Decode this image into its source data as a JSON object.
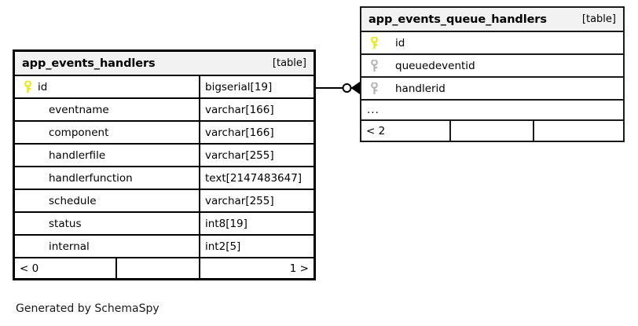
{
  "diagram": {
    "caption": "Generated by SchemaSpy",
    "background_color": "#ffffff",
    "pk_key_color": "#e8e800",
    "fk_key_color": "#b3b3b3",
    "header_bg_color": "#f2f2f2",
    "border_color": "#000000"
  },
  "tables": [
    {
      "id": "app_events_handlers",
      "name": "app_events_handlers",
      "kind": "[table]",
      "focused": true,
      "columns": [
        {
          "name": "id",
          "type": "bigserial[19]",
          "key": "primary"
        },
        {
          "name": "eventname",
          "type": "varchar[166]",
          "key": "none"
        },
        {
          "name": "component",
          "type": "varchar[166]",
          "key": "none"
        },
        {
          "name": "handlerfile",
          "type": "varchar[255]",
          "key": "none"
        },
        {
          "name": "handlerfunction",
          "type": "text[2147483647]",
          "key": "none"
        },
        {
          "name": "schedule",
          "type": "varchar[255]",
          "key": "none"
        },
        {
          "name": "status",
          "type": "int8[19]",
          "key": "none"
        },
        {
          "name": "internal",
          "type": "int2[5]",
          "key": "none"
        }
      ],
      "has_more_row": false,
      "footer": {
        "left": "< 0",
        "middle": "",
        "right": "1 >"
      }
    },
    {
      "id": "app_events_queue_handlers",
      "name": "app_events_queue_handlers",
      "kind": "[table]",
      "focused": false,
      "columns": [
        {
          "name": "id",
          "type": "",
          "key": "primary"
        },
        {
          "name": "queuedeventid",
          "type": "",
          "key": "foreign"
        },
        {
          "name": "handlerid",
          "type": "",
          "key": "foreign"
        }
      ],
      "has_more_row": true,
      "more_label": "...",
      "footer": {
        "left": "< 2",
        "middle": "",
        "right": ""
      }
    }
  ],
  "relationship": {
    "from_table": "app_events_handlers",
    "from_column": "id",
    "to_table": "app_events_queue_handlers",
    "to_column": "handlerid",
    "from_cardinality": "one",
    "to_cardinality": "zero-or-many"
  }
}
